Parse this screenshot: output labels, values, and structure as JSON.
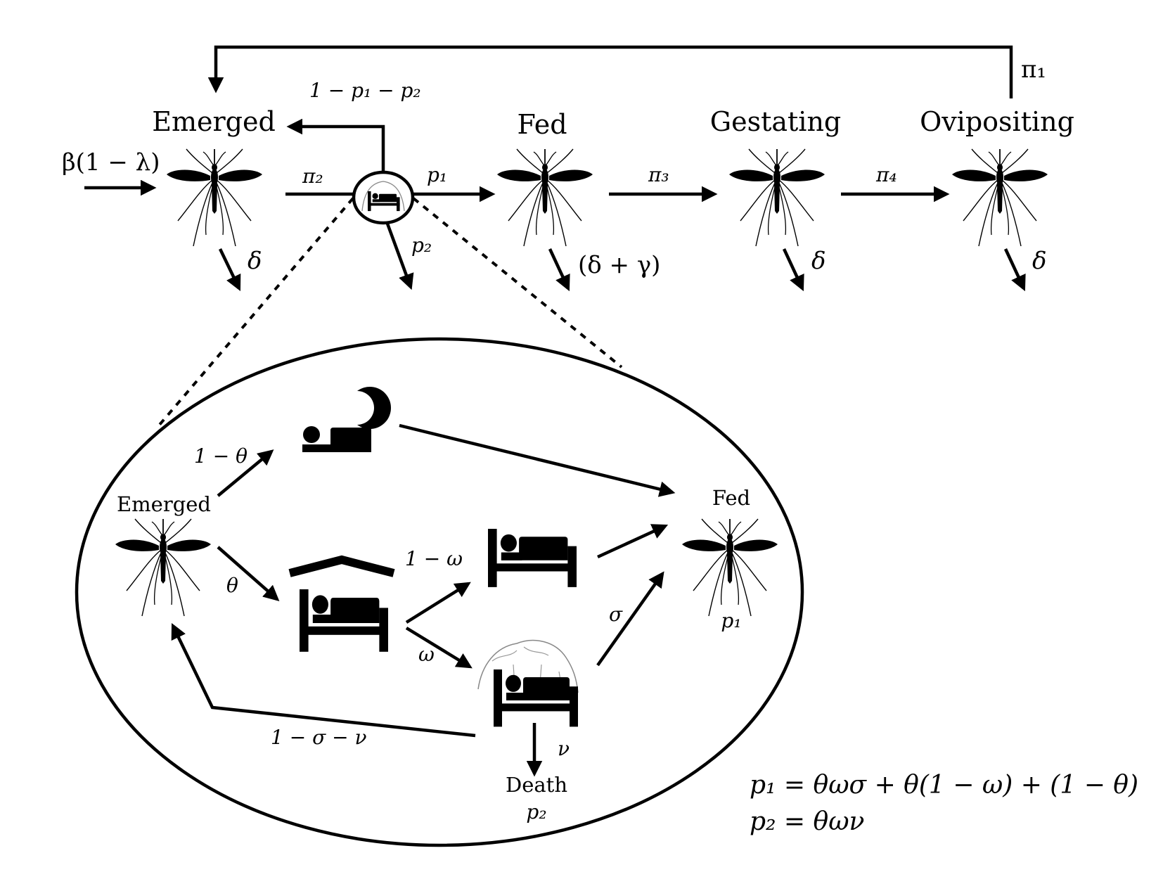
{
  "top": {
    "stages": {
      "emerged": "Emerged",
      "fed": "Fed",
      "gestating": "Gestating",
      "ovipositing": "Ovipositing"
    },
    "rates": {
      "birth": "β(1 − λ)",
      "pi1": "π₁",
      "pi2": "π₂",
      "pi3": "π₃",
      "pi4": "π₄",
      "p1": "p₁",
      "p2": "p₂",
      "return": "1 − p₁ − p₂",
      "death_emerged": "δ",
      "death_fed": "(δ + γ)",
      "death_gestating": "δ",
      "death_ovipositing": "δ"
    }
  },
  "inset": {
    "emerged": "Emerged",
    "fed": "Fed",
    "fed_prob": "p₁",
    "death": "Death",
    "death_prob": "p₂",
    "rates": {
      "one_minus_theta": "1 − θ",
      "theta": "θ",
      "one_minus_omega": "1 − ω",
      "omega": "ω",
      "sigma": "σ",
      "nu": "ν",
      "one_minus_sigma_nu": "1 − σ − ν"
    }
  },
  "formulas": {
    "p1": "p₁ = θωσ + θ(1 − ω) + (1 − θ)",
    "p2": "p₂ = θων"
  },
  "icons": {
    "mosquito": "mosquito-icon",
    "bed_net": "bed-net-icon",
    "bed": "bed-icon",
    "moon": "moon-icon",
    "roof": "roof-icon"
  }
}
